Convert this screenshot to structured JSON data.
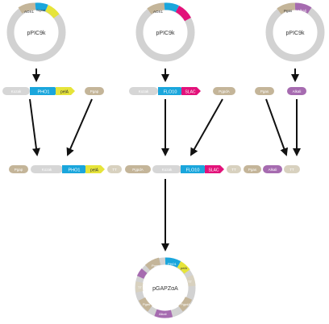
{
  "colors": {
    "ring": "#d2d2d2",
    "pho1": "#1aa6dc",
    "pelA": "#e6e43a",
    "slac": "#e2127a",
    "alkali": "#a66bb0",
    "promoter": "#c4b599",
    "tt": "#d8d1bf",
    "kozak": "#d6d6d6",
    "arrow": "#111111",
    "text_dark": "#222222",
    "text_light": "#ffffff"
  },
  "plasmids": {
    "left": {
      "name": "pPIC9k",
      "promoter": "AOX1",
      "signal": "Signal"
    },
    "middle": {
      "name": "pPIC9k",
      "promoter": "AOX1"
    },
    "right": {
      "name": "pPIC9k",
      "promoter": "Pgas",
      "insert": "Alkali"
    },
    "final": {
      "name": "pGAPZαA"
    }
  },
  "cassettes": {
    "row1_left": {
      "kozak": "Kozak",
      "pho1": "PHO1",
      "pelA": "pelA",
      "promoter": "Pgap"
    },
    "row1_middle": {
      "kozak": "Kozak",
      "flo10": "FLO10",
      "slac": "SLAC",
      "promoter": "PgpdA"
    },
    "row1_right": {
      "promoter": "Pgas",
      "alkali": "Alkali"
    }
  },
  "fusion": {
    "items": [
      "Pgap",
      "Kozak",
      "PHO1",
      "pelA",
      "TT",
      "PgpdA",
      "Kozak",
      "FLO10",
      "SLAC",
      "TT",
      "Pgas",
      "Alkali",
      "TT"
    ]
  },
  "final_plasmid": {
    "labels": [
      "Pgap",
      "PHO1",
      "pelA",
      "TT",
      "PgpdA",
      "Alkali",
      "Pgas",
      "TT"
    ]
  }
}
